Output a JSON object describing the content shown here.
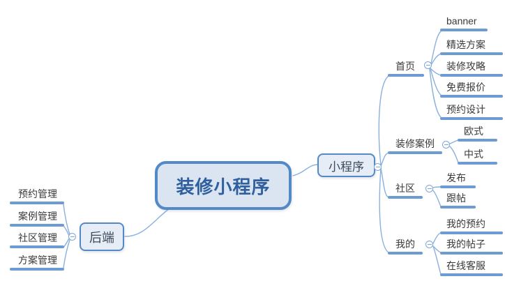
{
  "root": {
    "label": "装修小程序"
  },
  "main_topics": {
    "right": {
      "label": "小程序"
    },
    "left": {
      "label": "后端"
    }
  },
  "right_branches": [
    {
      "label": "首页",
      "children": [
        "banner",
        "精选方案",
        "装修攻略",
        "免费报价",
        "预约设计"
      ]
    },
    {
      "label": "装修案例",
      "children": [
        "欧式",
        "中式"
      ]
    },
    {
      "label": "社区",
      "children": [
        "发布",
        "跟帖"
      ]
    },
    {
      "label": "我的",
      "children": [
        "我的预约",
        "我的帖子",
        "在线客服"
      ]
    }
  ],
  "left_branches": [
    "预约管理",
    "案例管理",
    "社区管理",
    "方案管理"
  ],
  "icons": {
    "collapse": "minus-icon"
  },
  "colors": {
    "node_border": "#5489c7",
    "root_fill": "#dbe5f1",
    "subnode_fill": "#e6edf7",
    "root_text": "#2f5f9f",
    "node_text": "#3d4a5a",
    "label_text": "#3a3a3a",
    "branch_line": "#6d9bd4",
    "connector_line": "#8ab0de",
    "collapse_icon": "#7da7d8"
  }
}
